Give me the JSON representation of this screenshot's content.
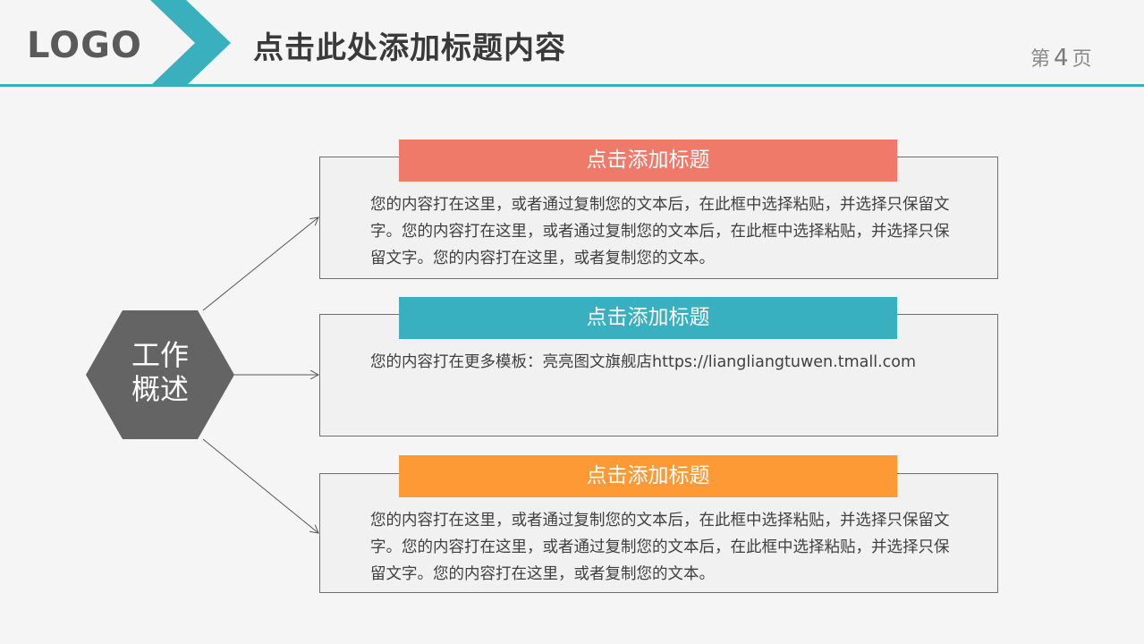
{
  "header": {
    "logo": "LOGO",
    "title": "点击此处添加标题内容",
    "page_prefix": "第",
    "page_number": "4",
    "page_suffix": "页",
    "accent_color": "#3aafbd"
  },
  "center_node": {
    "line1": "工作",
    "line2": "概述",
    "color": "#646464"
  },
  "cards": [
    {
      "title": "点击添加标题",
      "color": "#f07a6a",
      "text": "您的内容打在这里，或者通过复制您的文本后，在此框中选择粘贴，并选择只保留文字。您的内容打在这里，或者通过复制您的文本后，在此框中选择粘贴，并选择只保留文字。您的内容打在这里，或者复制您的文本。"
    },
    {
      "title": "点击添加标题",
      "color": "#38b0bf",
      "text": "您的内容打在更多模板：亮亮图文旗舰店https://liangliangtuwen.tmall.com"
    },
    {
      "title": "点击添加标题",
      "color": "#fe9a35",
      "text": "您的内容打在这里，或者通过复制您的文本后，在此框中选择粘贴，并选择只保留文字。您的内容打在这里，或者通过复制您的文本后，在此框中选择粘贴，并选择只保留文字。您的内容打在这里，或者复制您的文本。"
    }
  ]
}
